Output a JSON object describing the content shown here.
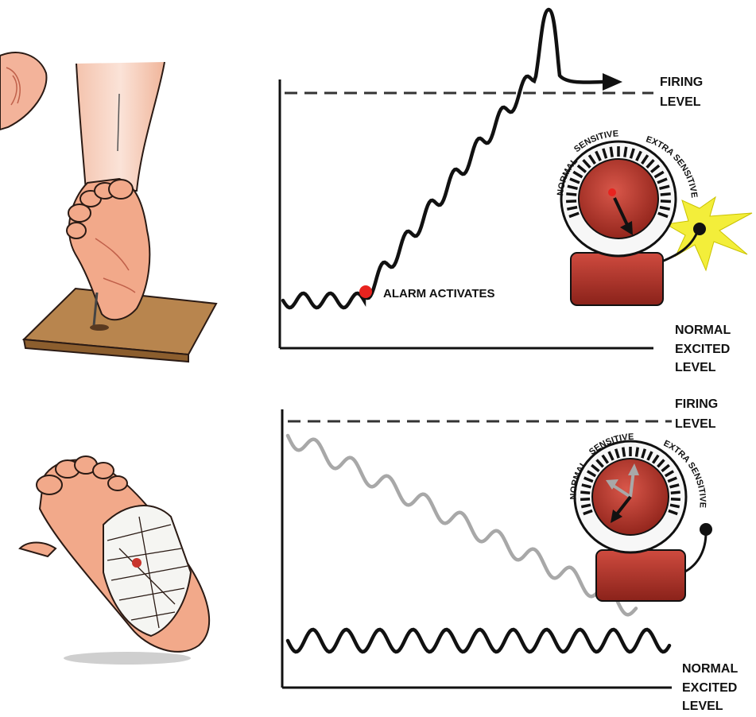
{
  "top_panel": {
    "threshold_label": [
      "FIRING",
      "LEVEL"
    ],
    "baseline_label": [
      "NORMAL",
      "EXCITED",
      "LEVEL"
    ],
    "annotation": "ALARM ACTIVATES",
    "dial": {
      "left": "NORMAL",
      "top": "SENSITIVE",
      "right": "EXTRA SENSITIVE"
    }
  },
  "bottom_panel": {
    "threshold_label": [
      "FIRING",
      "LEVEL"
    ],
    "baseline_label": [
      "NORMAL",
      "EXCITED",
      "LEVEL"
    ],
    "dial": {
      "left": "NORMAL",
      "top": "SENSITIVE",
      "right": "EXTRA SENSITIVE"
    }
  },
  "colors": {
    "alarm_red": "#b8352a",
    "alarm_dot": "#e8231f",
    "skin": "#f2a98a",
    "wood": "#b8854e",
    "faded_trace": "#a8a8a8",
    "spark": "#f3ee3a"
  }
}
